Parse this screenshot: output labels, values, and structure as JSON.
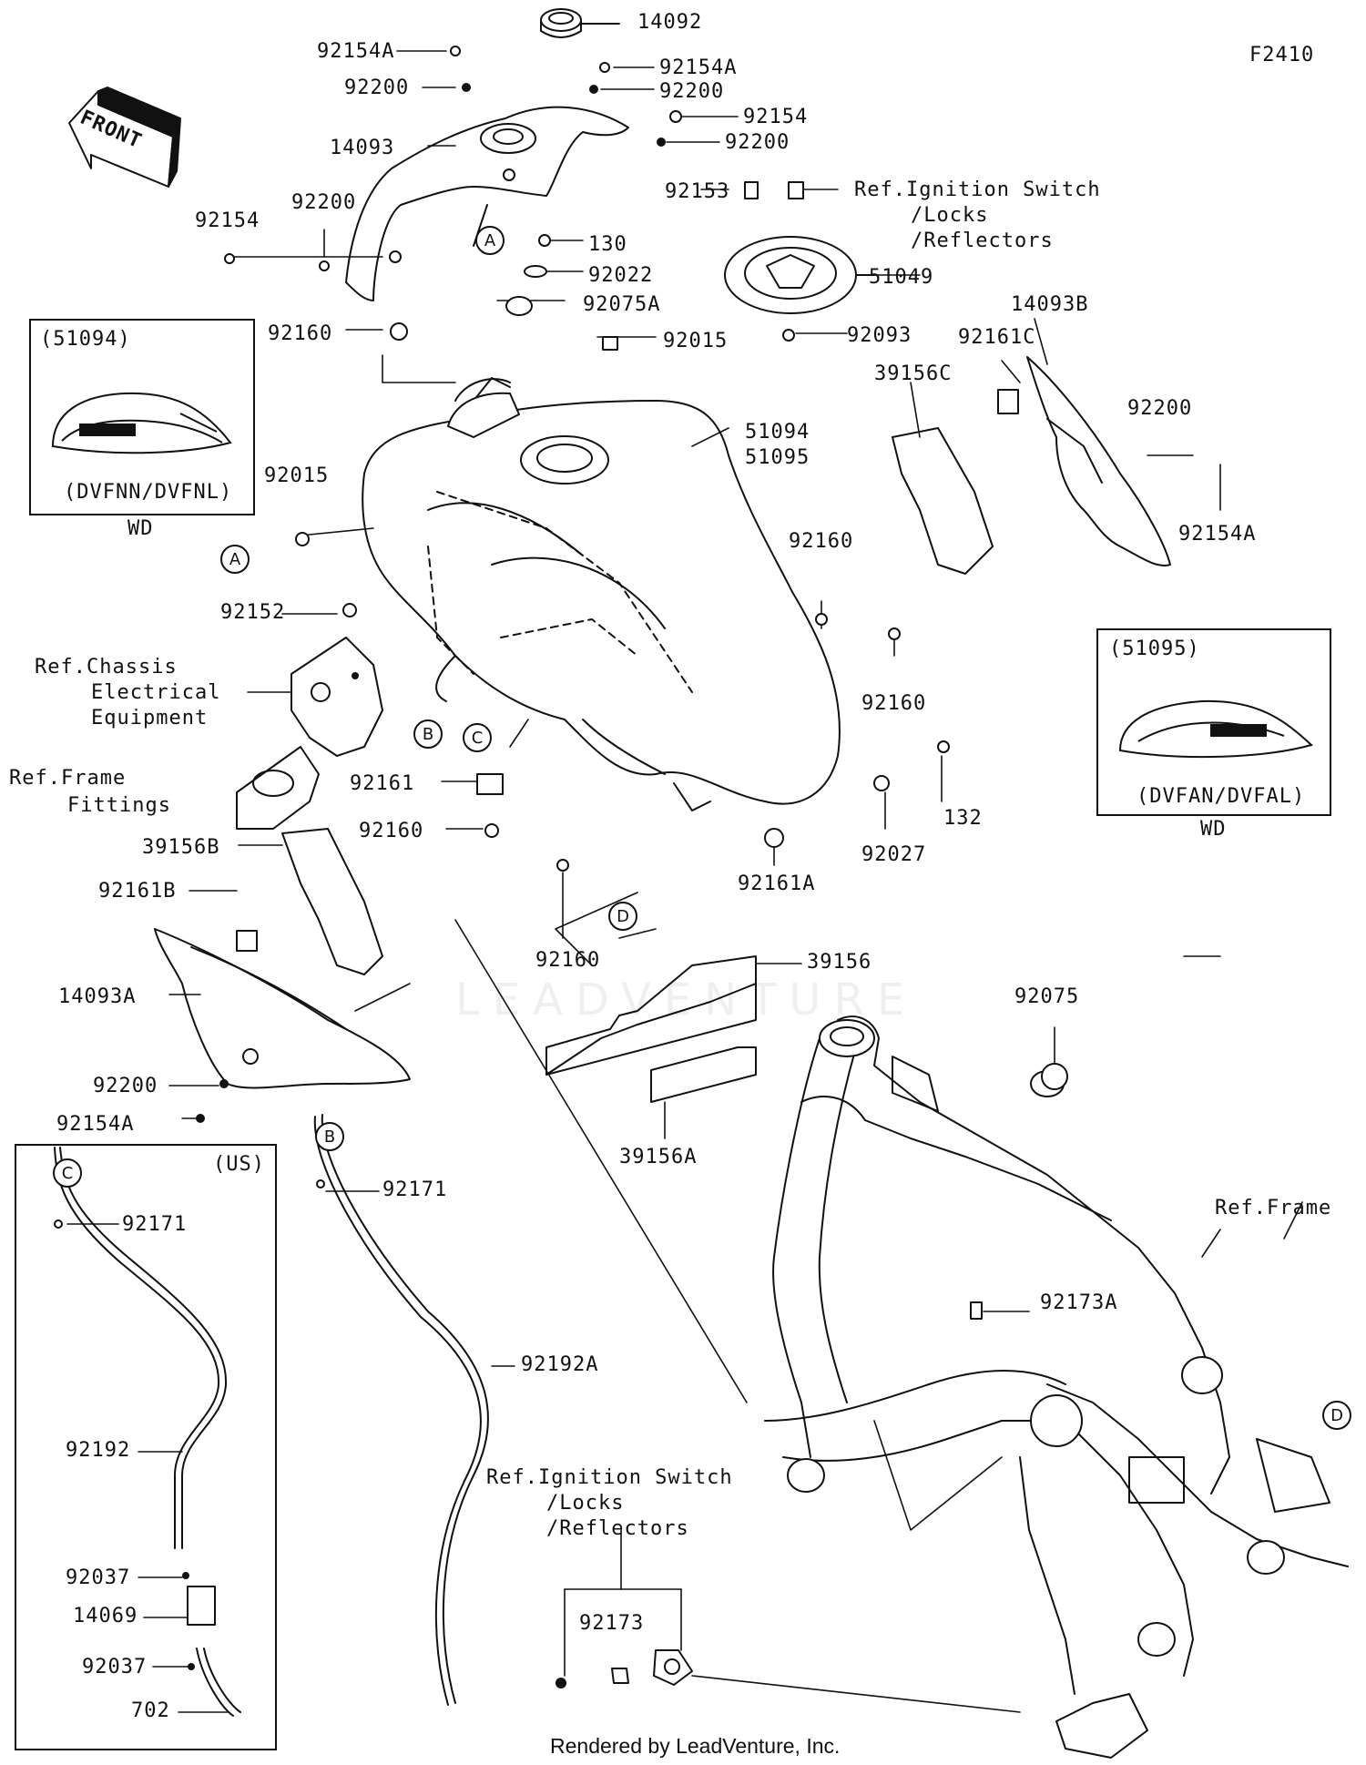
{
  "diagram_id": "F2410",
  "front_label": "FRONT",
  "footer": "Rendered by LeadVenture, Inc.",
  "watermark": "LEADVENTURE",
  "parts": {
    "p14092": "14092",
    "p92154A_1": "92154A",
    "p92154A_2": "92154A",
    "p92200_1": "92200",
    "p92200_2": "92200",
    "p92154_1": "92154",
    "p14093": "14093",
    "p92200_3": "92200",
    "p92153": "92153",
    "p92154_2": "92154",
    "p92200_4": "92200",
    "p130": "130",
    "p92022": "92022",
    "p51049": "51049",
    "p92160_1": "92160",
    "p92075A": "92075A",
    "p92015_1": "92015",
    "p92093": "92093",
    "p14093B": "14093B",
    "p92161C": "92161C",
    "p39156C": "39156C",
    "p51094": "51094",
    "p51095": "51095",
    "p92200_5": "92200",
    "p92015_2": "92015",
    "p92154A_3": "92154A",
    "p92160_2": "92160",
    "p92152": "92152",
    "p92160_3": "92160",
    "p92161": "92161",
    "p132": "132",
    "p92160_4": "92160",
    "p92027": "92027",
    "p39156B": "39156B",
    "p92161A": "92161A",
    "p92161B": "92161B",
    "p92160_5": "92160",
    "p39156": "39156",
    "p14093A": "14093A",
    "p92075": "92075",
    "p92200_6": "92200",
    "p92154A_4": "92154A",
    "p39156A": "39156A",
    "p92171_1": "92171",
    "p92171_2": "92171",
    "p92173A": "92173A",
    "p92192A": "92192A",
    "p92192": "92192",
    "p92037_1": "92037",
    "p14069": "14069",
    "p92037_2": "92037",
    "p702": "702",
    "p92173": "92173"
  },
  "refs": {
    "ignition_top": [
      "Ref.Ignition Switch",
      "/Locks",
      "/Reflectors"
    ],
    "chassis_electrical": [
      "Ref.Chassis",
      "Electrical",
      "Equipment"
    ],
    "frame_fittings": [
      "Ref.Frame",
      "Fittings"
    ],
    "frame": "Ref.Frame",
    "ignition_bottom": [
      "Ref.Ignition Switch",
      "/Locks",
      "/Reflectors"
    ]
  },
  "insets": {
    "left": {
      "code": "(51094)",
      "variant": "(DVFNN/DVFNL)",
      "note": "WD"
    },
    "right": {
      "code": "(51095)",
      "variant": "(DVFAN/DVFAL)",
      "note": "WD"
    },
    "us": "(US)"
  },
  "markers": {
    "A": "A",
    "B": "B",
    "C": "C",
    "D": "D"
  }
}
